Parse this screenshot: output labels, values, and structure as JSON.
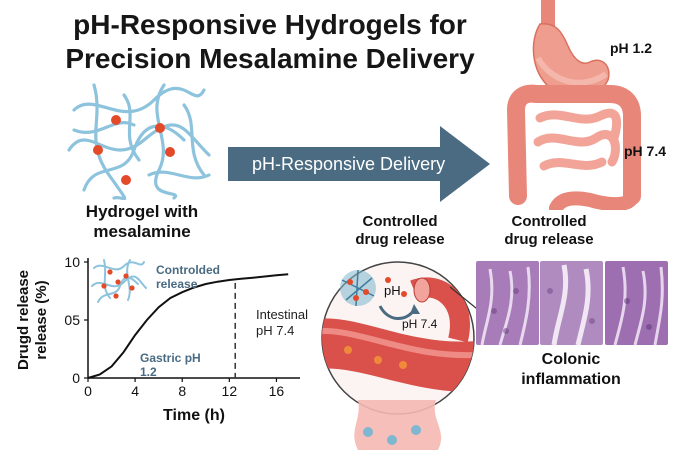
{
  "title": {
    "line1": "pH-Responsive Hydrogels for",
    "line2": "Precision Mesalamine Delivery"
  },
  "hydrogel_label": {
    "line1": "Hydrogel with",
    "line2": "mesalamine"
  },
  "arrow_label": "pH-Responsive Delivery",
  "stomach_ph": "pH 1.2",
  "intestine_ph": "pH 7.4",
  "controlled_release_center": {
    "line1": "Controlled",
    "line2": "drug release"
  },
  "controlled_release_right": {
    "line1": "Controlled",
    "line2": "drug release"
  },
  "colonic_inflammation": {
    "line1": "Colonic",
    "line2": "inflammation"
  },
  "vessel_labels": {
    "ph": "pH",
    "ph74": "pH 7.4"
  },
  "chart_inset": {
    "label_line1": "Controlded",
    "label_line2": "release"
  },
  "chart_annotations": {
    "gastric_line1": "Gastric pH",
    "gastric_line2": "1.2",
    "intestinal_line1": "Intestinal",
    "intestinal_line2": "pH 7.4"
  },
  "chart_data": {
    "type": "line",
    "xlabel": "Time (h)",
    "ylabel_line1": "Drugd release",
    "ylabel_line2": "release (%)",
    "x_ticks": [
      "0",
      "4",
      "8",
      "12",
      "16"
    ],
    "y_ticks": [
      "0",
      "05",
      "10"
    ],
    "xlim": [
      0,
      18
    ],
    "ylim": [
      0,
      10
    ],
    "vline_x": 12.5,
    "series": [
      {
        "x": [
          0,
          1,
          2,
          3,
          4,
          5,
          6,
          7,
          8,
          9,
          10,
          11,
          12,
          13,
          14,
          15,
          16,
          17
        ],
        "y": [
          0,
          0.3,
          1.0,
          2.2,
          3.7,
          5.0,
          6.1,
          6.9,
          7.4,
          7.8,
          8.1,
          8.3,
          8.45,
          8.55,
          8.65,
          8.75,
          8.85,
          8.95
        ]
      }
    ],
    "grid": false
  },
  "colors": {
    "arrow": "#4a6b82",
    "fiber": "#8dc3dd",
    "drug": "#e24a2a",
    "gut": "#e9867a",
    "vessel": "#d9514a",
    "histology": "#9d6fb1"
  }
}
